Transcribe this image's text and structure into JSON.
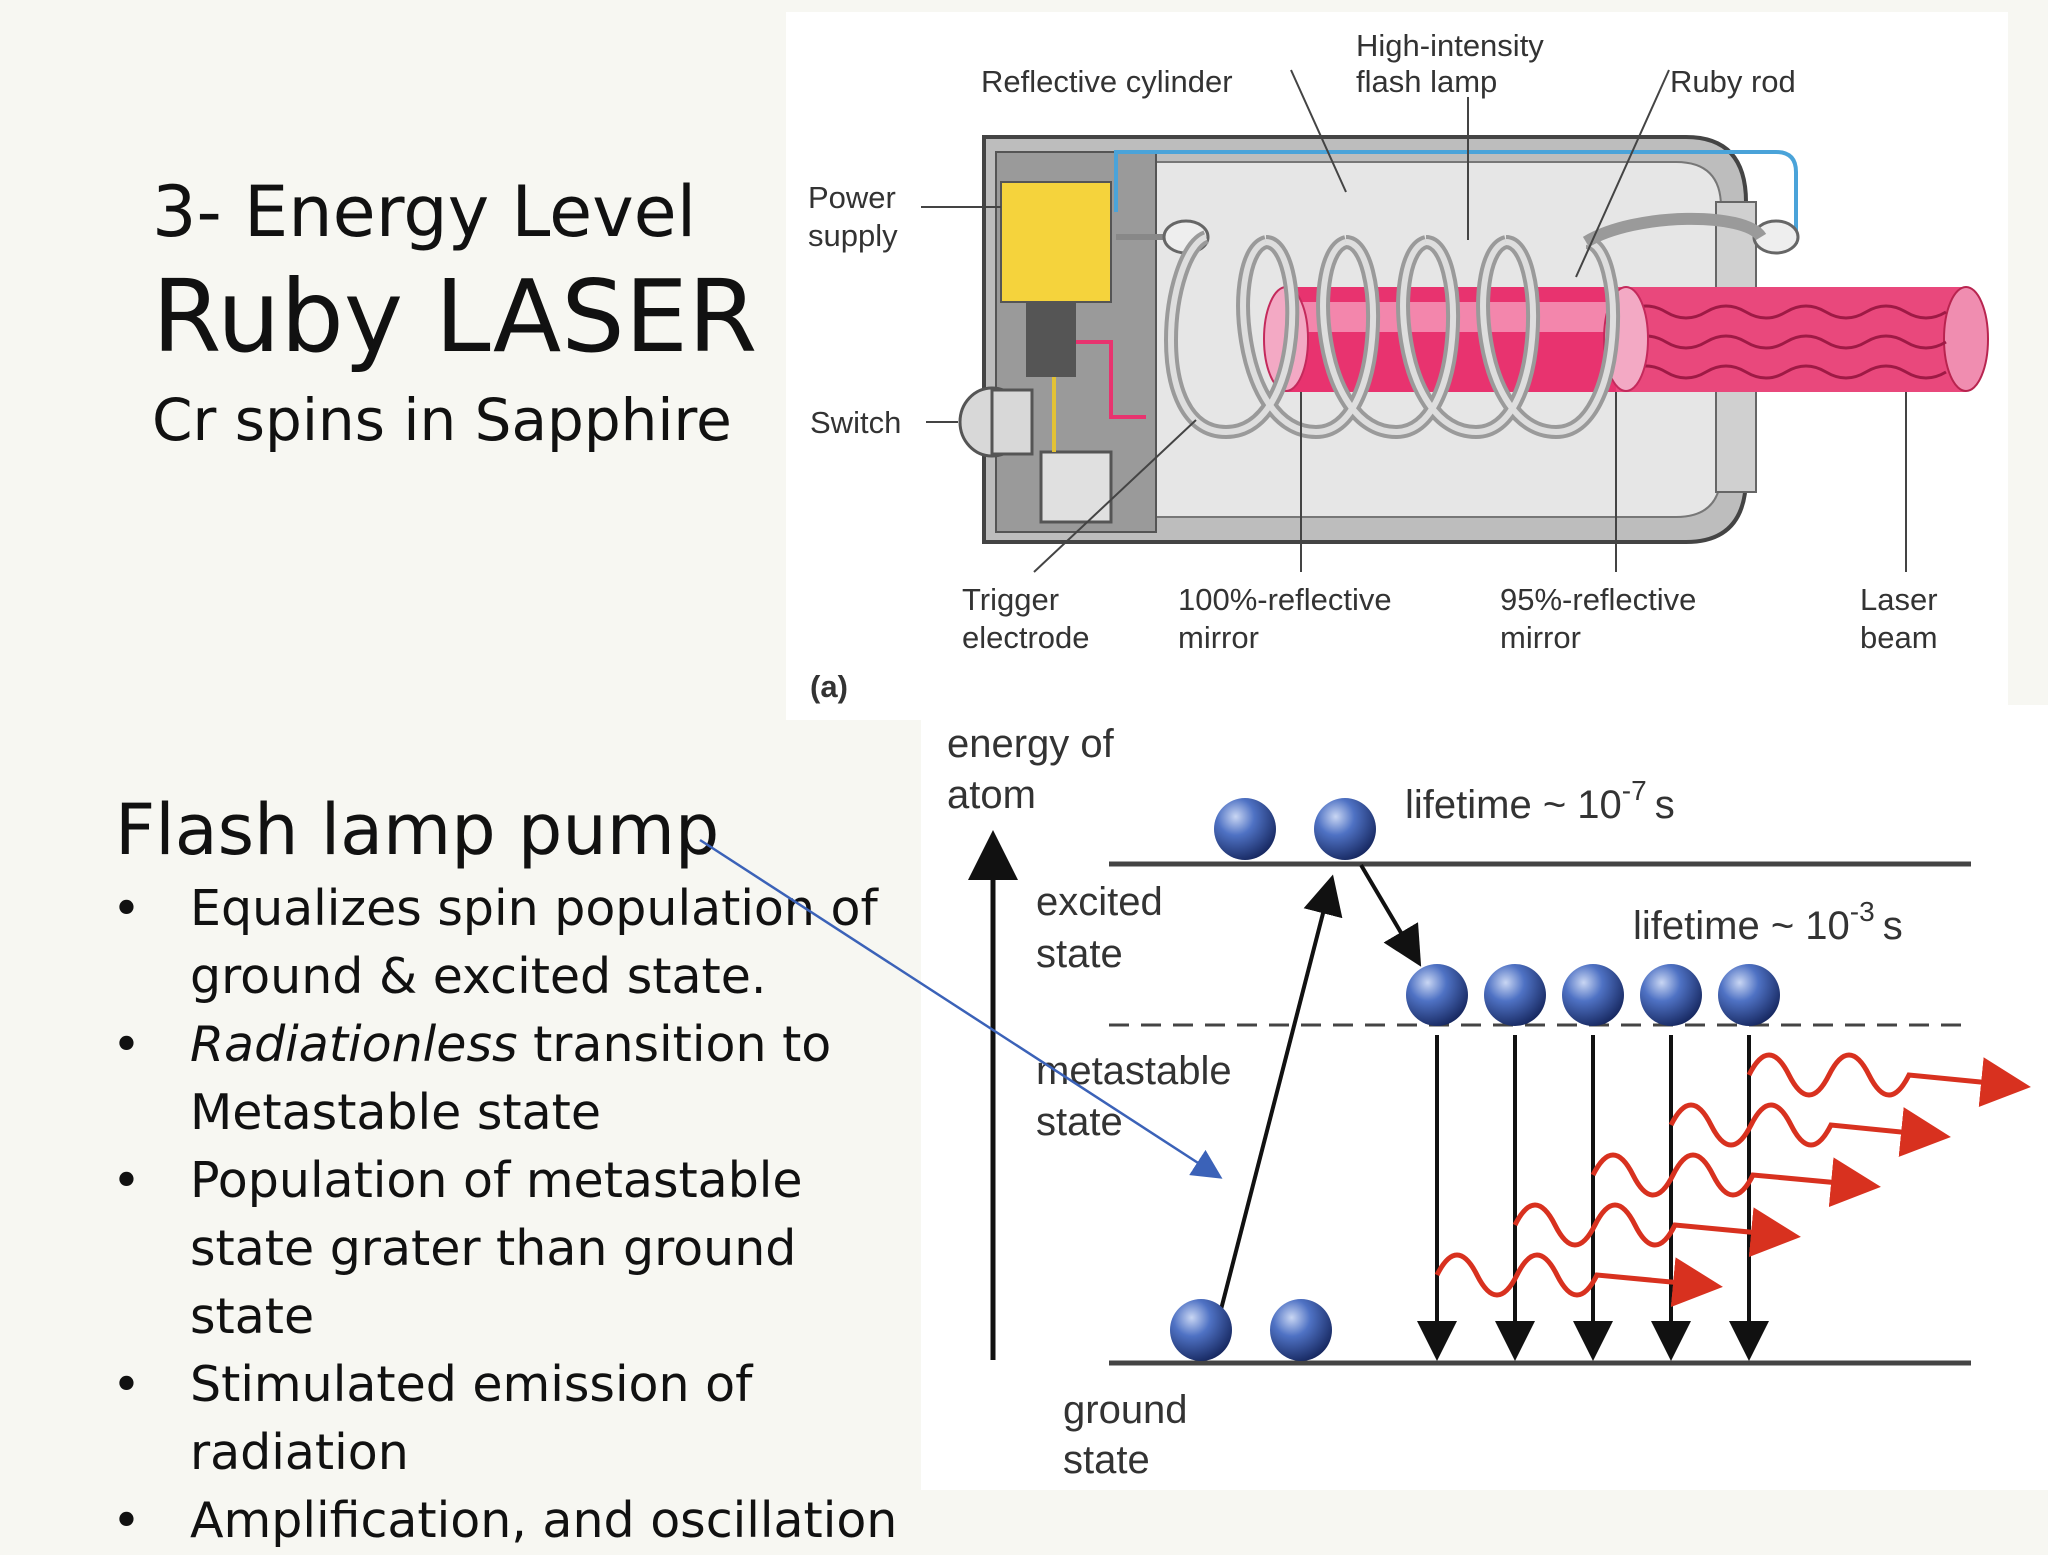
{
  "slide": {
    "title_line1": "3- Energy Level",
    "title_line2": "Ruby LASER",
    "title_line3": "Cr spins in Sapphire",
    "pump_heading": "Flash lamp pump",
    "bullets": [
      {
        "pre": "",
        "em": "",
        "text": "Equalizes spin population of ground & excited state."
      },
      {
        "pre": "",
        "em": "Radiationless",
        "text": " transition to Metastable state"
      },
      {
        "pre": "",
        "em": "",
        "text": "Population of metastable state grater than ground state"
      },
      {
        "pre": "",
        "em": "",
        "text": "Stimulated emission of radiation"
      },
      {
        "pre": "",
        "em": "",
        "text": "Amplification, and oscillation"
      }
    ],
    "bullet_char": "•"
  },
  "laser_diagram": {
    "labels": {
      "reflective_cylinder": "Reflective cylinder",
      "flash_lamp_1": "High-intensity",
      "flash_lamp_2": "flash lamp",
      "ruby_rod": "Ruby rod",
      "power_supply_1": "Power",
      "power_supply_2": "supply",
      "switch": "Switch",
      "trigger_1": "Trigger",
      "trigger_2": "electrode",
      "mirror100_1": "100%-reflective",
      "mirror100_2": "mirror",
      "mirror95_1": "95%-reflective",
      "mirror95_2": "mirror",
      "laser_beam_1": "Laser",
      "laser_beam_2": "beam",
      "panel": "(a)"
    },
    "colors": {
      "ruby": "#e8336f",
      "supply": "#f5d33c",
      "wire": "#4aa3d9",
      "metal": "#c9c9c9"
    }
  },
  "energy_diagram": {
    "axis_1": "energy of",
    "axis_2": "atom",
    "excited_1": "excited",
    "excited_2": "state",
    "metastable_1": "metastable",
    "metastable_2": "state",
    "ground_1": "ground",
    "ground_2": "state",
    "lifetime_excited_base": "lifetime ~ 10",
    "lifetime_excited_exp": "-7",
    "lifetime_excited_unit": "s",
    "lifetime_meta_base": "lifetime ~ 10",
    "lifetime_meta_exp": "-3",
    "lifetime_meta_unit": "s",
    "colors": {
      "atom": "#2c4fa8",
      "photon": "#d8311f",
      "pointer": "#3b62b8"
    }
  }
}
